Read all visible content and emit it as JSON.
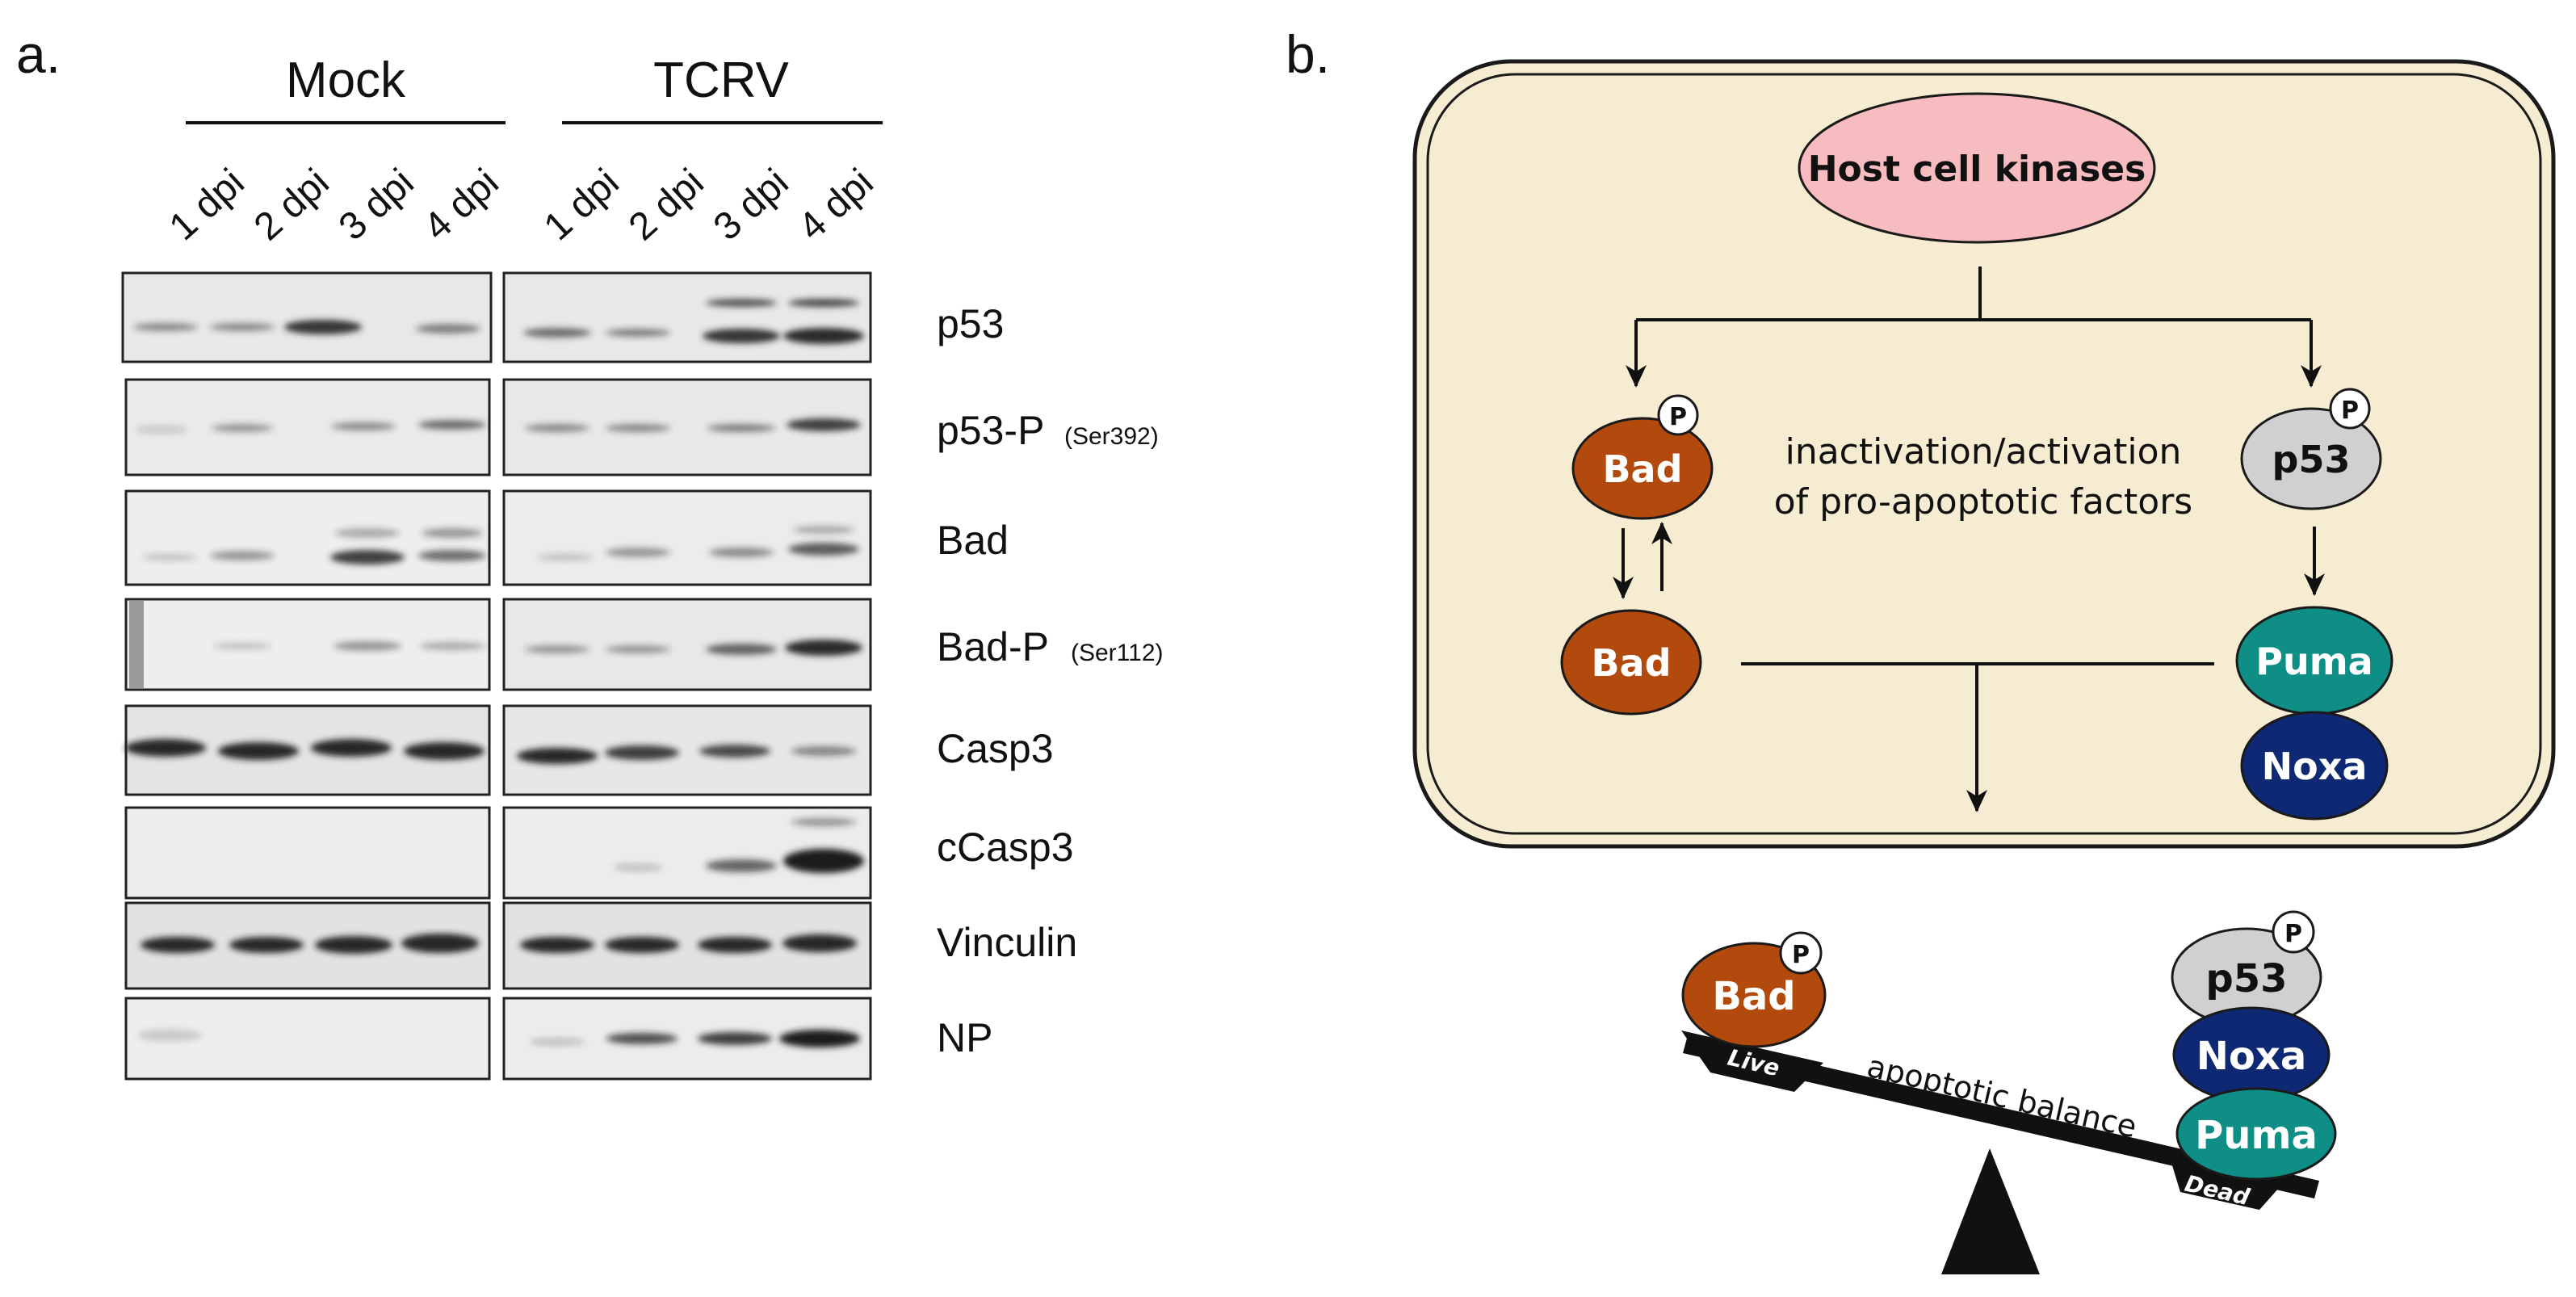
{
  "panel_a": {
    "label": "a.",
    "groups": [
      {
        "name": "Mock",
        "lanes": [
          "1 dpi",
          "2 dpi",
          "3 dpi",
          "4 dpi"
        ]
      },
      {
        "name": "TCRV",
        "lanes": [
          "1 dpi",
          "2 dpi",
          "3 dpi",
          "4 dpi"
        ]
      }
    ],
    "blots": [
      {
        "label": "p53",
        "sub": ""
      },
      {
        "label": "p53-P",
        "sub": "(Ser392)"
      },
      {
        "label": "Bad",
        "sub": ""
      },
      {
        "label": "Bad-P",
        "sub": "(Ser112)"
      },
      {
        "label": "Casp3",
        "sub": ""
      },
      {
        "label": "cCasp3",
        "sub": ""
      },
      {
        "label": "Vinculin",
        "sub": ""
      },
      {
        "label": "NP",
        "sub": ""
      }
    ]
  },
  "panel_b": {
    "label": "b.",
    "kinases": "Host cell kinases",
    "bad": "Bad",
    "p53": "p53",
    "phospho": "P",
    "center_line1": "inactivation/activation",
    "center_line2": "of pro-apoptotic factors",
    "puma": "Puma",
    "noxa": "Noxa",
    "balance_label": "apoptotic balance",
    "live": "Live",
    "dead": "Dead"
  },
  "colors": {
    "cell_bg": "#f6ecd2",
    "kinase_fill": "#f7bcc0",
    "bad_fill": "#b24a0e",
    "p53_fill": "#d0d0d0",
    "puma_fill": "#0f8e86",
    "noxa_fill": "#0e2873"
  }
}
